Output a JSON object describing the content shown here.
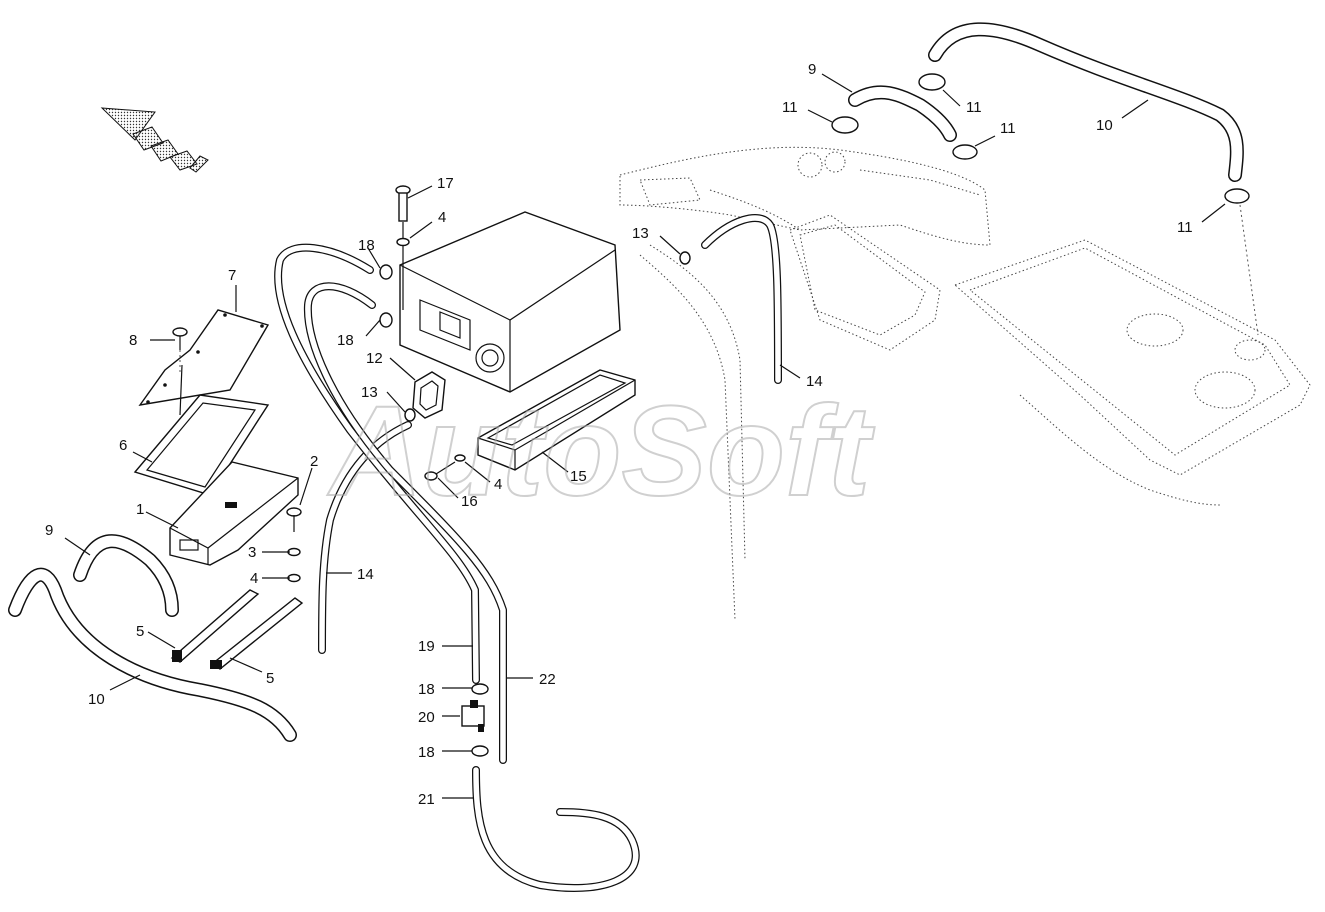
{
  "watermark": "AutoSoft",
  "callouts": {
    "c1": "1",
    "c2": "2",
    "c3": "3",
    "c4a": "4",
    "c4b": "4",
    "c4c": "4",
    "c5a": "5",
    "c5b": "5",
    "c6": "6",
    "c7": "7",
    "c8": "8",
    "c9a": "9",
    "c9b": "9",
    "c10a": "10",
    "c10b": "10",
    "c11a": "11",
    "c11b": "11",
    "c11c": "11",
    "c11d": "11",
    "c12": "12",
    "c13a": "13",
    "c13b": "13",
    "c14a": "14",
    "c14b": "14",
    "c15": "15",
    "c16": "16",
    "c17": "17",
    "c18a": "18",
    "c18b": "18",
    "c18c": "18",
    "c18d": "18",
    "c19": "19",
    "c20": "20",
    "c21": "21",
    "c22": "22"
  }
}
